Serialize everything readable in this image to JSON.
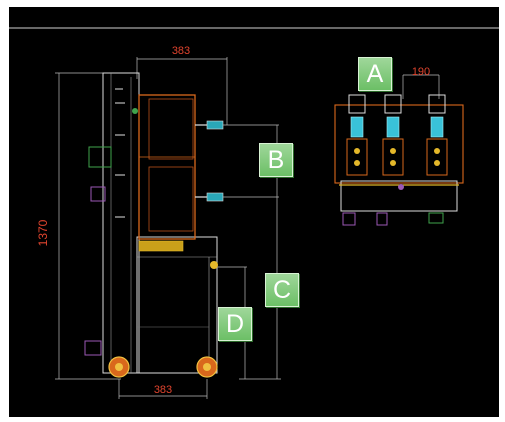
{
  "dimensions": {
    "top_width": "383",
    "bottom_width": "383",
    "height": "1370",
    "phase_spacing": "190"
  },
  "callouts": [
    "A",
    "B",
    "C",
    "D"
  ],
  "colors": {
    "background": "#000000",
    "dimension_text": "#e0442e",
    "outline": "#ffffff",
    "busbar_orange": "#d9681c",
    "insulator_cyan": "#39c2d9",
    "callout_green": "#7cc576"
  }
}
